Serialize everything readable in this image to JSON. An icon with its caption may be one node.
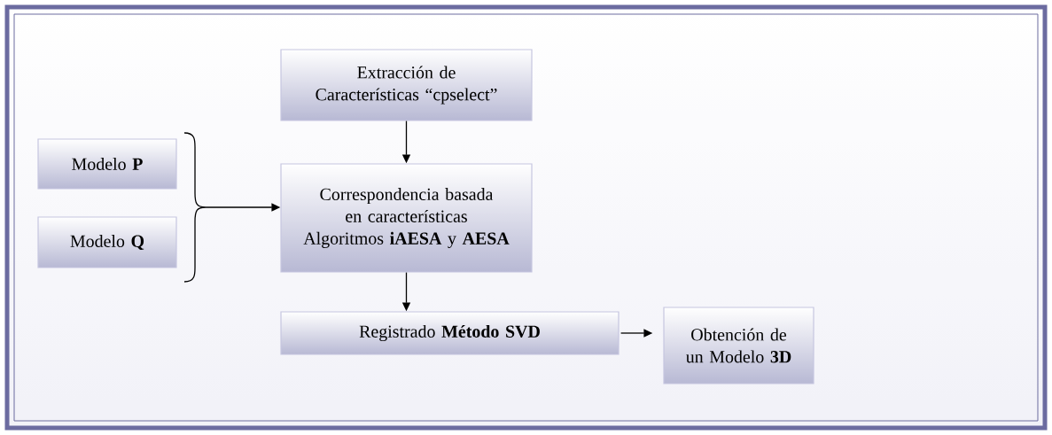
{
  "diagram": {
    "nodes": [
      {
        "text": [
          "Extracción de Características “cpselect”"
        ]
      },
      {
        "text": [
          "Modelo **P**"
        ]
      },
      {
        "text": [
          "Modelo **Q**"
        ]
      },
      {
        "text": [
          "Correspondencia basada en características Algoritmos **iAESA** y **AESA**"
        ]
      },
      {
        "text": [
          "Registrado **Método SVD**"
        ]
      },
      {
        "text": [
          "Obtención de un Modelo **3D**"
        ]
      }
    ],
    "edges": [
      {
        "from": 0,
        "to": 3,
        "arrow": "to"
      },
      {
        "from": 1,
        "to": 3,
        "arrow": "to"
      },
      {
        "from": 2,
        "to": 3,
        "arrow": "to"
      },
      {
        "from": 3,
        "to": 4,
        "arrow": "to"
      },
      {
        "from": 4,
        "to": 5,
        "arrow": "to"
      }
    ]
  }
}
